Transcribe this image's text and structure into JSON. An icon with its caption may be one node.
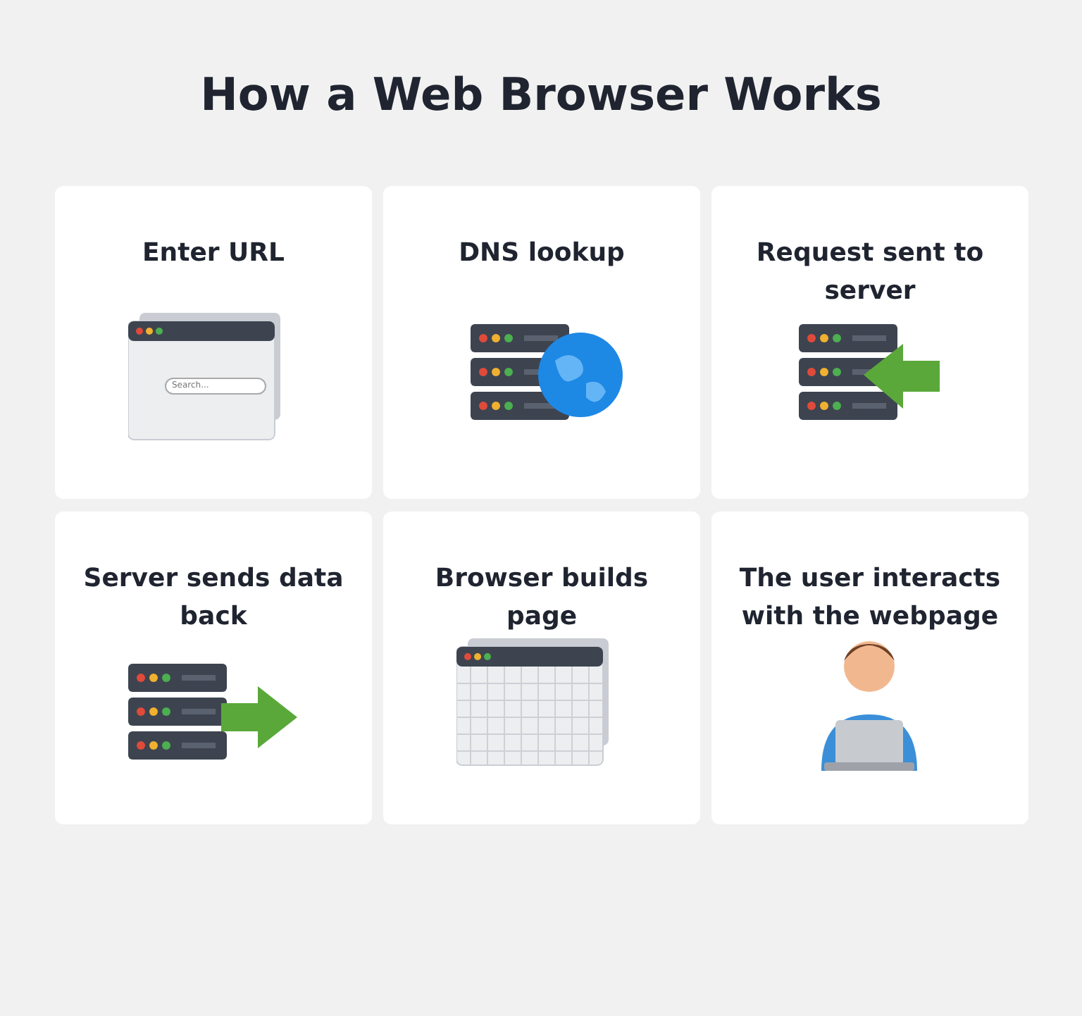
{
  "diagram": {
    "title": "How a Web Browser Works",
    "nodes": [
      {
        "text": [
          "Enter URL",
          "Search..."
        ]
      },
      {
        "text": [
          "DNS lookup"
        ]
      },
      {
        "text": [
          "Request sent to server"
        ]
      },
      {
        "text": [
          "Server sends data back"
        ]
      },
      {
        "text": [
          "Browser builds page"
        ]
      },
      {
        "text": [
          "The user interacts with the webpage"
        ]
      }
    ]
  }
}
